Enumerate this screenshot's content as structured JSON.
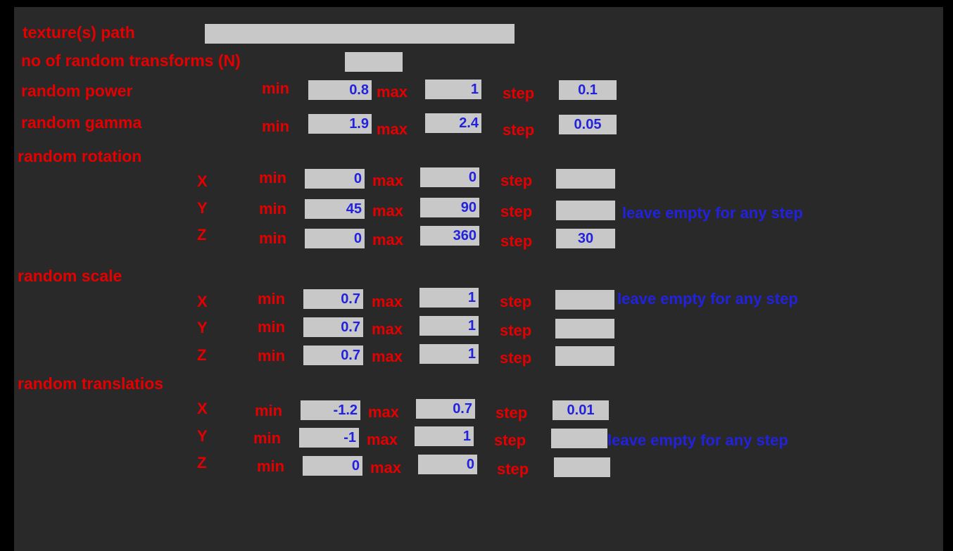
{
  "theme": {
    "background": "#292929",
    "frame": "#000000",
    "label_color": "#e40000",
    "value_color": "#2222dd",
    "input_background": "#c8c8c8"
  },
  "texture_path": {
    "label": "texture(s) path",
    "value": ""
  },
  "num_transforms": {
    "label": "no of random transforms (N)",
    "value": ""
  },
  "field_labels": {
    "min": "min",
    "max": "max",
    "step": "step"
  },
  "hint": "leave empty for any step",
  "sections": {
    "power": {
      "label": "random power",
      "min": "0.8",
      "max": "1",
      "step": "0.1"
    },
    "gamma": {
      "label": "random gamma",
      "min": "1.9",
      "max": "2.4",
      "step": "0.05"
    },
    "rotation": {
      "label": "random rotation",
      "x": {
        "axis": "X",
        "min": "0",
        "max": "0",
        "step": ""
      },
      "y": {
        "axis": "Y",
        "min": "45",
        "max": "90",
        "step": ""
      },
      "z": {
        "axis": "Z",
        "min": "0",
        "max": "360",
        "step": "30"
      }
    },
    "scale": {
      "label": "random scale",
      "x": {
        "axis": "X",
        "min": "0.7",
        "max": "1",
        "step": ""
      },
      "y": {
        "axis": "Y",
        "min": "0.7",
        "max": "1",
        "step": ""
      },
      "z": {
        "axis": "Z",
        "min": "0.7",
        "max": "1",
        "step": ""
      }
    },
    "translation": {
      "label": "random translatios",
      "x": {
        "axis": "X",
        "min": "-1.2",
        "max": "0.7",
        "step": "0.01"
      },
      "y": {
        "axis": "Y",
        "min": "-1",
        "max": "1",
        "step": ""
      },
      "z": {
        "axis": "Z",
        "min": "0",
        "max": "0",
        "step": ""
      }
    }
  }
}
